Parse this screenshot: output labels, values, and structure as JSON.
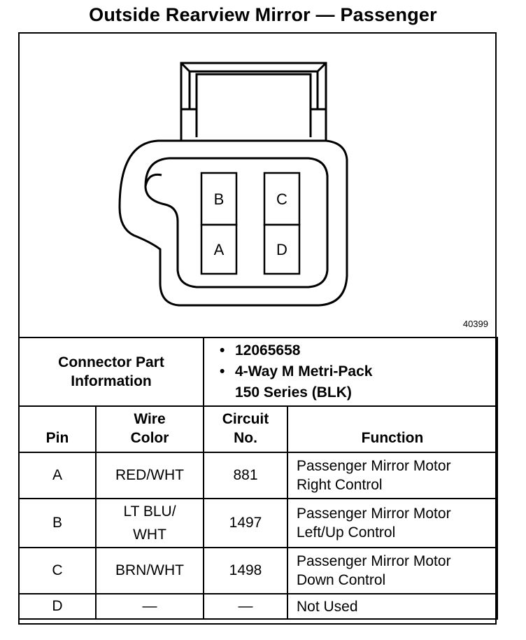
{
  "title": "Outside Rearview Mirror — Passenger",
  "diagram": {
    "pins": [
      "B",
      "C",
      "A",
      "D"
    ],
    "figure_id": "40399"
  },
  "connector": {
    "label": "Connector Part\nInformation",
    "items": [
      "12065658",
      "4-Way M Metri-Pack\n150 Series (BLK)"
    ],
    "bullet": "•"
  },
  "columns": {
    "pin": "Pin",
    "wire_color": "Wire\nColor",
    "circuit": "Circuit\nNo.",
    "function": "Function"
  },
  "rows": [
    {
      "pin": "A",
      "wire_color": "RED/WHT",
      "circuit": "881",
      "function": "Passenger Mirror Motor\nRight Control"
    },
    {
      "pin": "B",
      "wire_color": "LT BLU/\nWHT",
      "circuit": "1497",
      "function": "Passenger Mirror Motor\nLeft/Up Control"
    },
    {
      "pin": "C",
      "wire_color": "BRN/WHT",
      "circuit": "1498",
      "function": "Passenger Mirror Motor\nDown Control"
    },
    {
      "pin": "D",
      "wire_color": "—",
      "circuit": "—",
      "function": "Not Used"
    }
  ]
}
